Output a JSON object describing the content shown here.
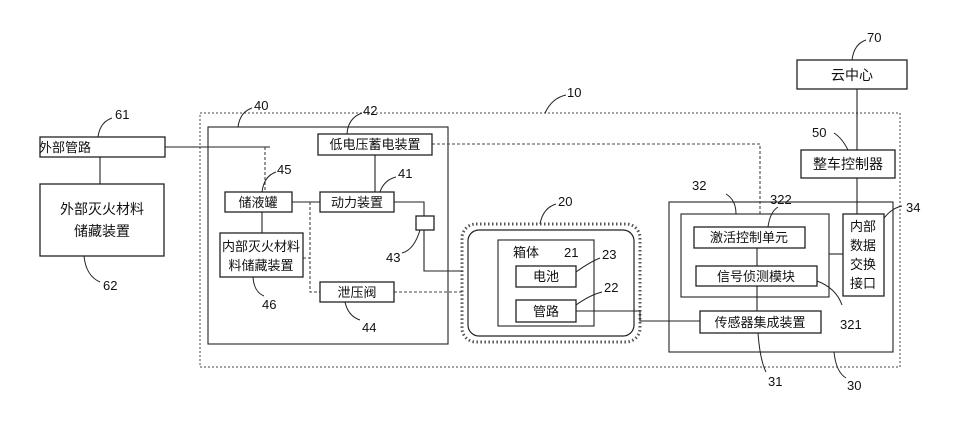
{
  "labels": {
    "cloud": "云中心",
    "vehicle_controller": "整车控制器",
    "external_pipe": "外部管路",
    "external_storage_l1": "外部灭火材料",
    "external_storage_l2": "储藏装置",
    "low_voltage": "低电压蓄电装置",
    "reservoir": "储液罐",
    "power_unit": "动力装置",
    "internal_storage_l1": "内部灭火材料",
    "internal_storage_l2": "料储藏装置",
    "relief_valve": "泄压阀",
    "box": "箱体",
    "battery": "电池",
    "pipe": "管路",
    "activation": "激活控制单元",
    "signal_detect": "信号侦测模块",
    "sensor_integration": "传感器集成装置",
    "interface_l1": "内部",
    "interface_l2": "数据",
    "interface_l3": "交换",
    "interface_l4": "接口"
  },
  "numbers": {
    "n10": "10",
    "n20": "20",
    "n21": "21",
    "n22": "22",
    "n23": "23",
    "n30": "30",
    "n31": "31",
    "n32": "32",
    "n321": "321",
    "n322": "322",
    "n34": "34",
    "n40": "40",
    "n41": "41",
    "n42": "42",
    "n43": "43",
    "n44": "44",
    "n45": "45",
    "n46": "46",
    "n50": "50",
    "n61": "61",
    "n62": "62",
    "n70": "70"
  }
}
